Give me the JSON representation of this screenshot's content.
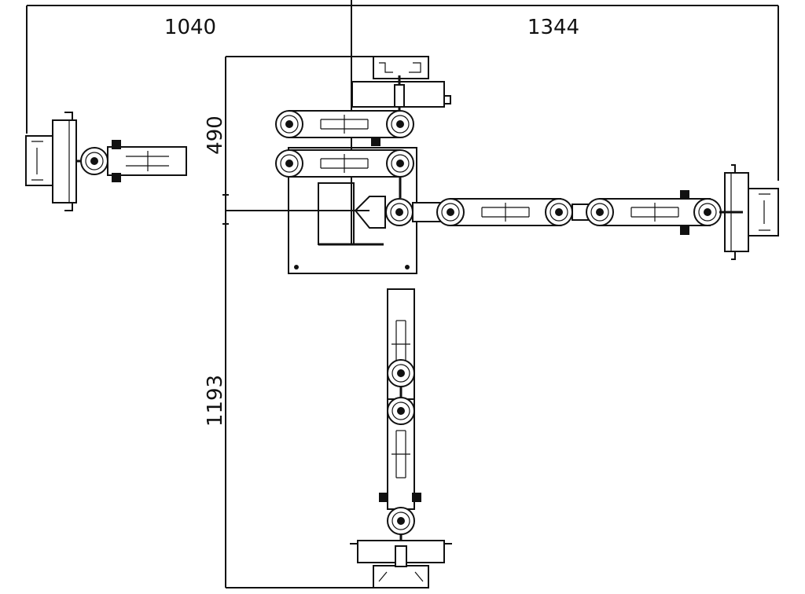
{
  "drawing": {
    "dimensions": {
      "top_left": "1040",
      "top_right": "1344",
      "left_upper": "490",
      "left_lower": "1193"
    }
  }
}
